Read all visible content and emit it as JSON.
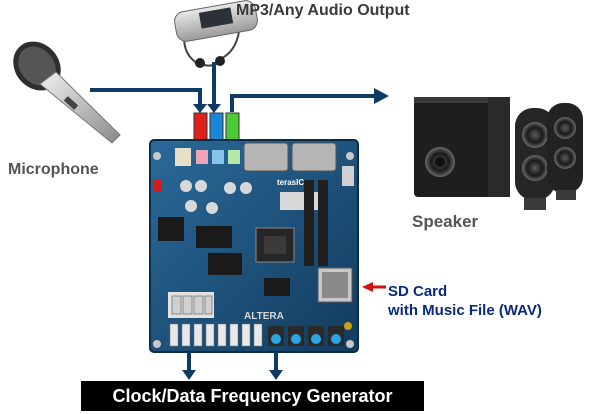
{
  "labels": {
    "mp3": "MP3/Any Audio Output",
    "microphone": "Microphone",
    "speaker": "Speaker",
    "sd_card_line1": "SD Card",
    "sd_card_line2": "with Music File (WAV)",
    "generator": "Clock/Data Frequency Generator"
  },
  "board": {
    "logo_text": "ALTERA",
    "brand_text": "terasIC"
  },
  "colors": {
    "arrow": "#0d3b66",
    "jack_red": "#e0211b",
    "jack_blue": "#1c86d8",
    "jack_green": "#4ec93a",
    "board": "#1a4f7a",
    "sd_arrow": "#d11010",
    "generator_bg": "#000000"
  }
}
